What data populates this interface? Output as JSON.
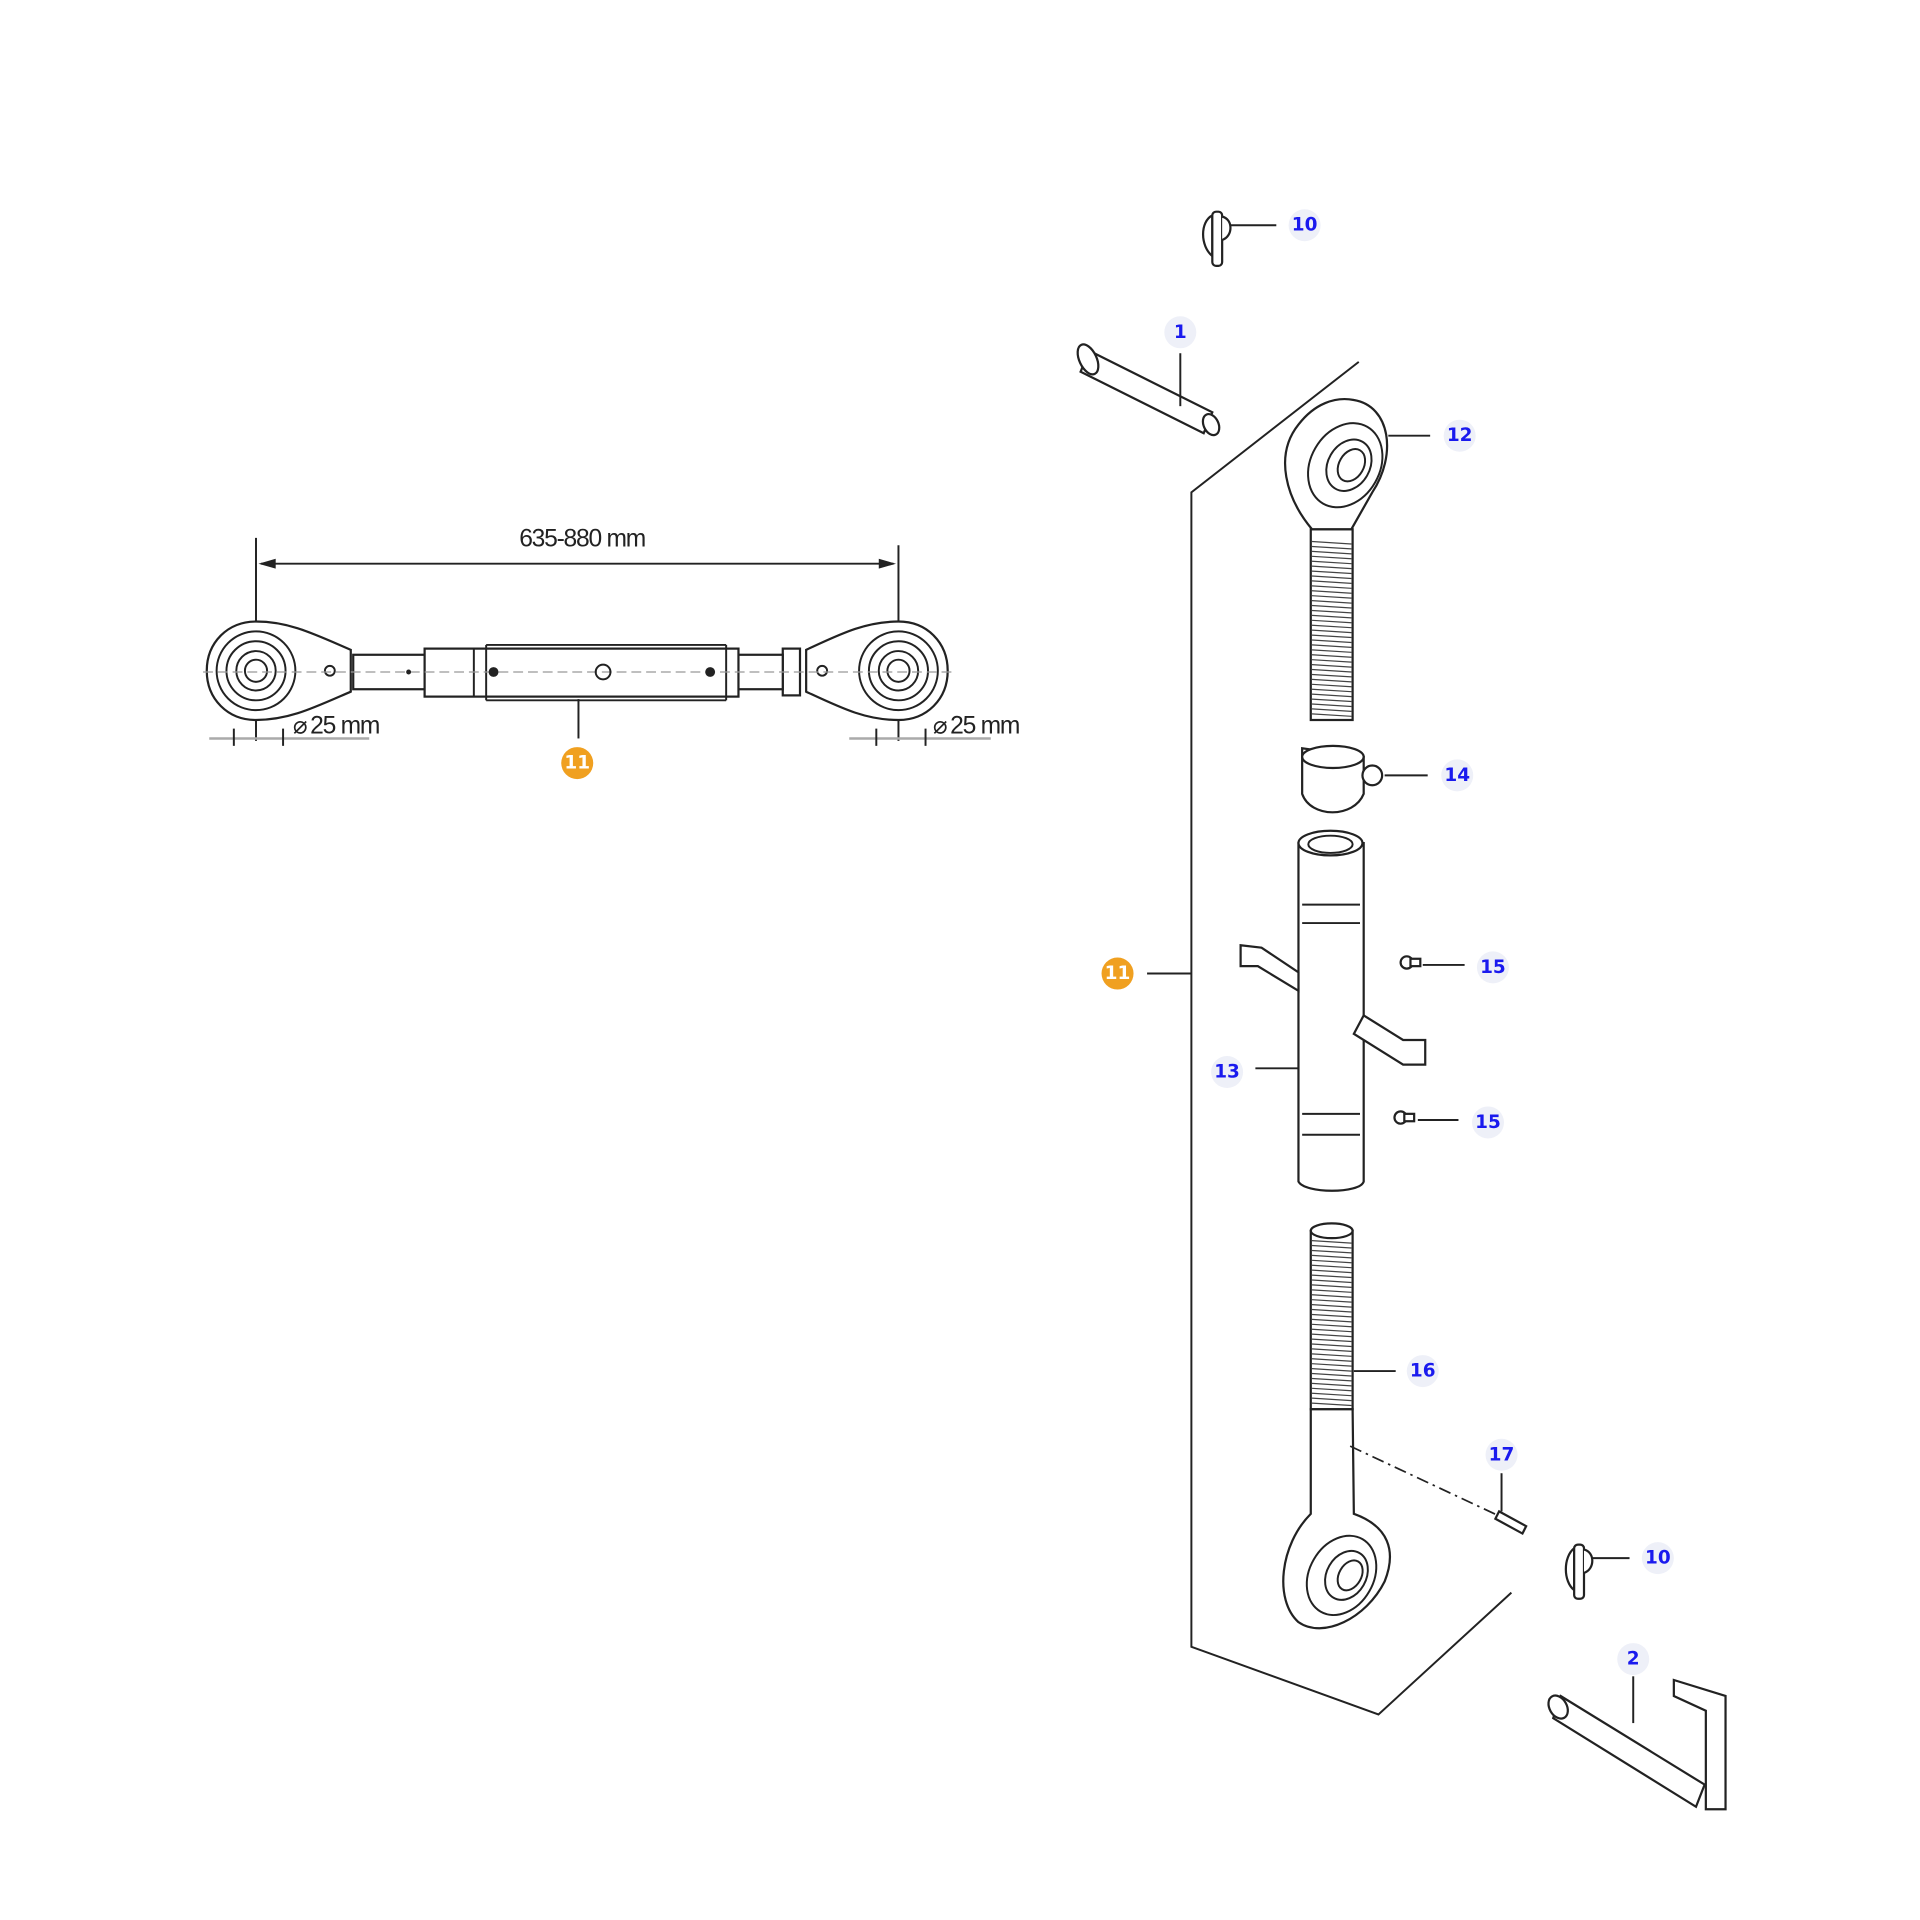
{
  "diagram": {
    "dimension_length": "635-880 mm",
    "dimension_pin_left": "25 mm",
    "dimension_pin_right": "25 mm",
    "diameter_symbol": "⌀",
    "assembly_label": "11",
    "callouts": {
      "c10_top": "10",
      "c1": "1",
      "c12": "12",
      "c14": "14",
      "c15_top": "15",
      "c13": "13",
      "c15_bottom": "15",
      "c16": "16",
      "c17": "17",
      "c10_bottom": "10",
      "c2": "2",
      "c11_right": "11",
      "c11_left": "11"
    },
    "colors": {
      "callout_text": "#1a1aee",
      "assembly_badge": "#f0a020"
    }
  }
}
